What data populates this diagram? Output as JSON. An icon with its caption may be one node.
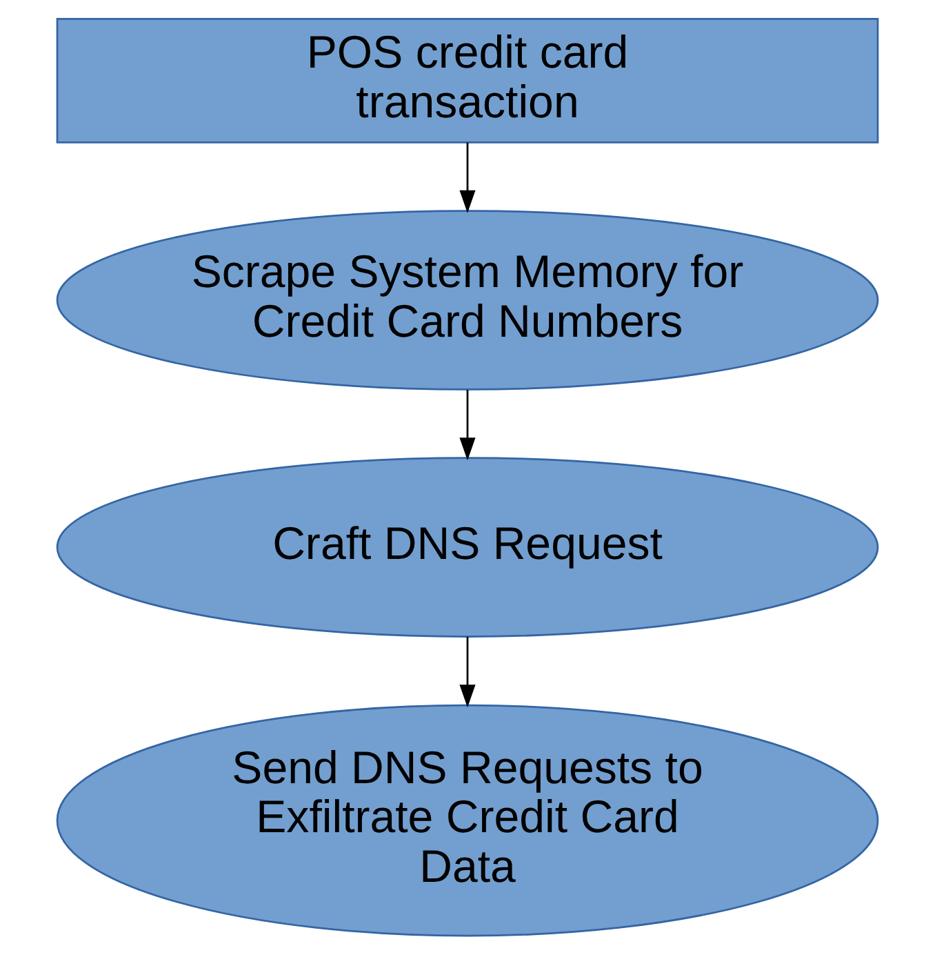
{
  "diagram": {
    "nodes": [
      {
        "text": [
          "POS credit card transaction"
        ]
      },
      {
        "text": [
          "Scrape System Memory for Credit Card Numbers"
        ]
      },
      {
        "text": [
          "Craft DNS Request"
        ]
      },
      {
        "text": [
          "Send DNS Requests to Exfiltrate Credit Card Data"
        ]
      }
    ],
    "edges": [
      {
        "from": 0,
        "to": 1,
        "arrow": "to"
      },
      {
        "from": 1,
        "to": 2,
        "arrow": "to"
      },
      {
        "from": 2,
        "to": 3,
        "arrow": "to"
      }
    ]
  }
}
